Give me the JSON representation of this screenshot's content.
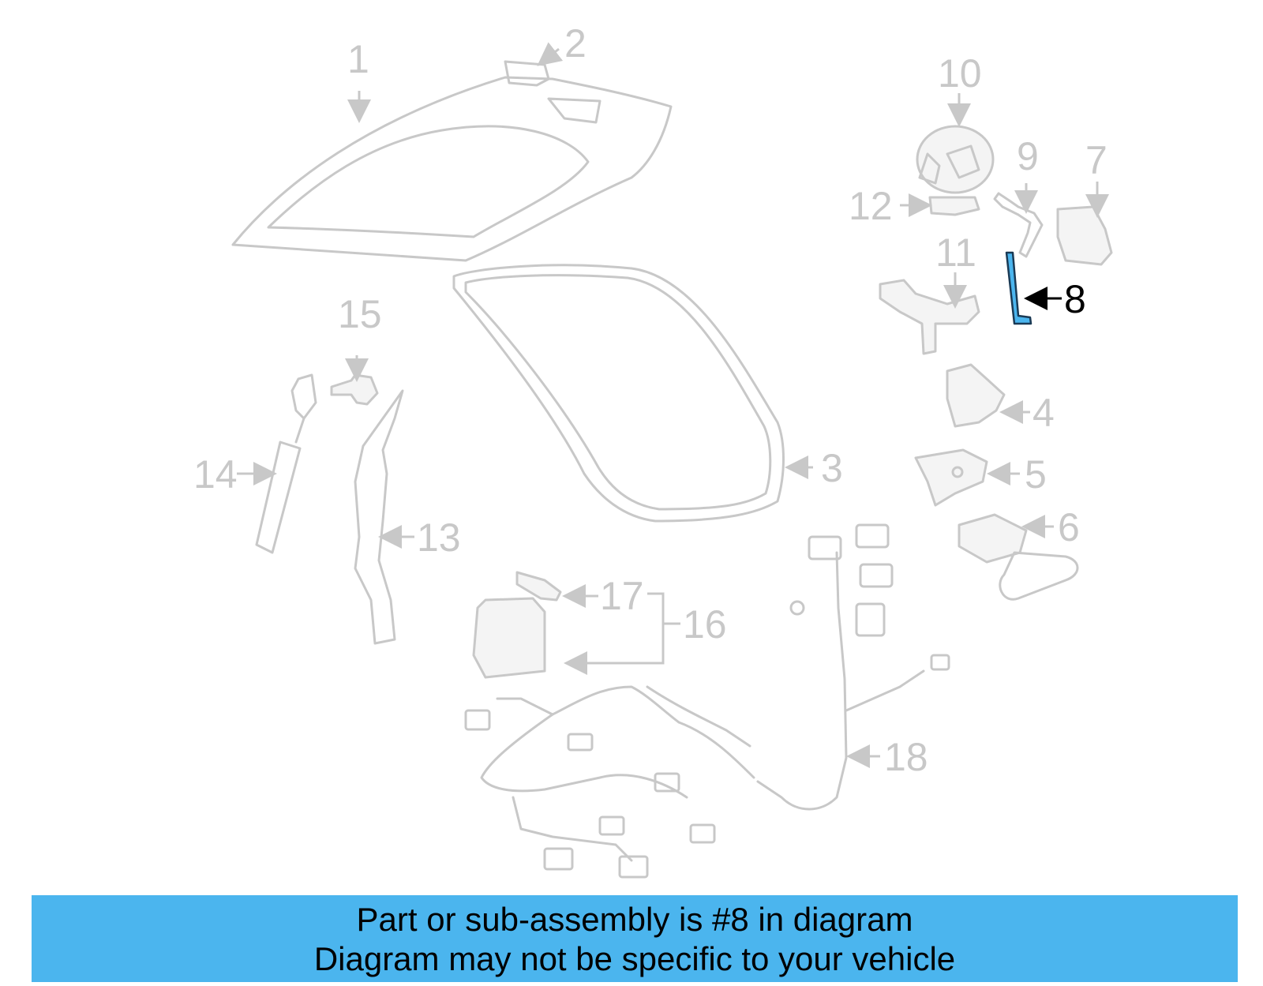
{
  "callouts": {
    "c1": "1",
    "c2": "2",
    "c3": "3",
    "c4": "4",
    "c5": "5",
    "c6": "6",
    "c7": "7",
    "c8": "8",
    "c9": "9",
    "c10": "10",
    "c11": "11",
    "c12": "12",
    "c13": "13",
    "c14": "14",
    "c15": "15",
    "c16": "16",
    "c17": "17",
    "c18": "18"
  },
  "highlight": {
    "color": "#4bb5ee",
    "part": "8"
  },
  "banner": {
    "line1": "Part or sub-assembly is #8 in diagram",
    "line2": "Diagram may not be specific to your vehicle",
    "background": "#4bb5ee"
  }
}
